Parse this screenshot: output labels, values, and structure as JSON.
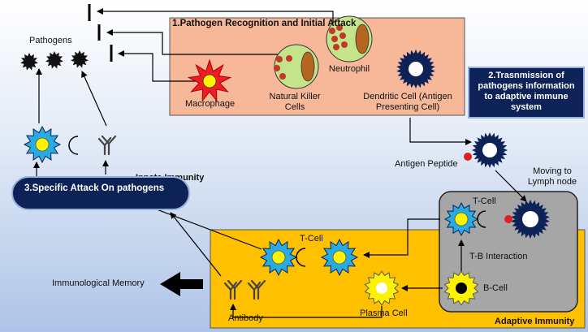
{
  "stages": {
    "recognition": "1.Pathogen Recognition and Initial Attack",
    "transmission": "2.Trasnmission of pathogens information to adaptive immune system",
    "specific_attack": "3.Specific Attack On pathogens"
  },
  "regions": {
    "innate": "Innate Immunity",
    "adaptive": "Adaptive Immunity"
  },
  "labels": {
    "pathogens": "Pathogens",
    "macrophage": "Macrophage",
    "nk_cells": "Natural Killer Cells",
    "neutrophil": "Neutrophil",
    "dendritic_cell": "Dendritic Cell (Antigen Presenting Cell)",
    "antigen_peptide": "Antigen Peptide",
    "moving_to_lymph": "Moving to Lymph node",
    "t_cell_upper": "T-Cell",
    "t_cell_lower": "T-Cell",
    "tb_interaction": "T-B Interaction",
    "b_cell": "B-Cell",
    "plasma_cell": "Plasma Cell",
    "antibody": "Antibody",
    "immunological_memory": "Immunological Memory"
  },
  "colors": {
    "innate_box": "#f7b89a",
    "adaptive_box": "#ffc000",
    "lymph_node": "#a6a6a6",
    "navy": "#0d2257",
    "cell_cyan": "#29abe2",
    "cell_yellow": "#fff200",
    "macrophage_red": "#ee1c25",
    "nk_green": "#c5e48a",
    "nucleus_brown": "#b5651d",
    "granule_red": "#c0392b"
  }
}
